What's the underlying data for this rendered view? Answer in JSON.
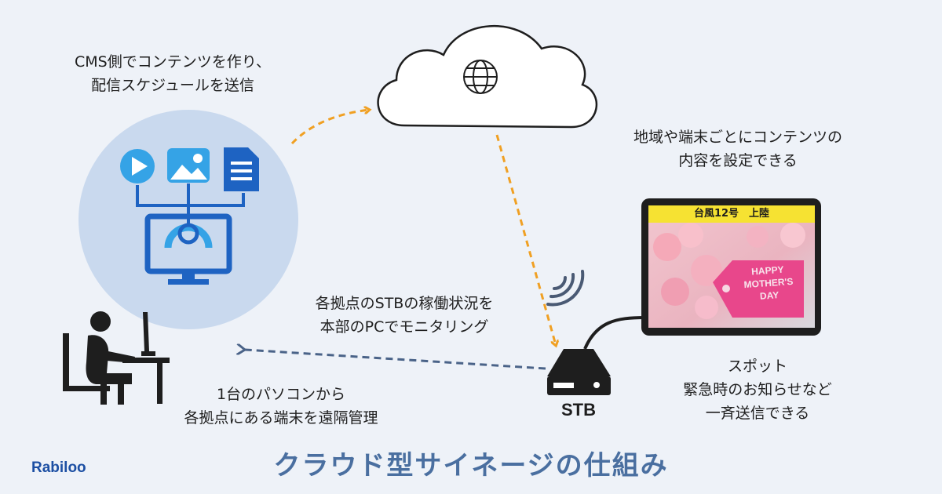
{
  "captions": {
    "cms_line1": "CMS側でコンテンツを作り、",
    "cms_line2": "配信スケジュールを送信",
    "region_line1": "地域や端末ごとにコンテンツの",
    "region_line2": "内容を設定できる",
    "monitor_line1": "各拠点のSTBの稼働状況を",
    "monitor_line2": "本部のPCでモニタリング",
    "pc_line1": "1台のパソコンから",
    "pc_line2": "各拠点にある端末を遠隔管理",
    "spot_line1": "スポット",
    "spot_line2": "緊急時のお知らせなど",
    "spot_line3": "一斉送信できる"
  },
  "stb_label": "STB",
  "tablet": {
    "banner_text": "台風12号　上陸",
    "tag_line1": "HAPPY",
    "tag_line2": "MOTHER'S",
    "tag_line3": "DAY"
  },
  "title": "クラウド型サイネージの仕組み",
  "logo": "Rabiloo",
  "icons": [
    "play-icon",
    "image-icon",
    "document-icon",
    "monitor-gear-icon",
    "globe-icon",
    "wifi-icon",
    "person-at-desk-icon",
    "stb-device-icon",
    "tablet-display"
  ],
  "colors": {
    "background": "#eef2f8",
    "circle": "#c9d9ee",
    "icon_blue": "#1e63c2",
    "icon_light_blue": "#35a3e6",
    "arrow_orange": "#f0a023",
    "arrow_slate": "#4a6388",
    "title": "#4a6fa0",
    "banner": "#f6e232",
    "tag_pink": "#e8478b"
  }
}
